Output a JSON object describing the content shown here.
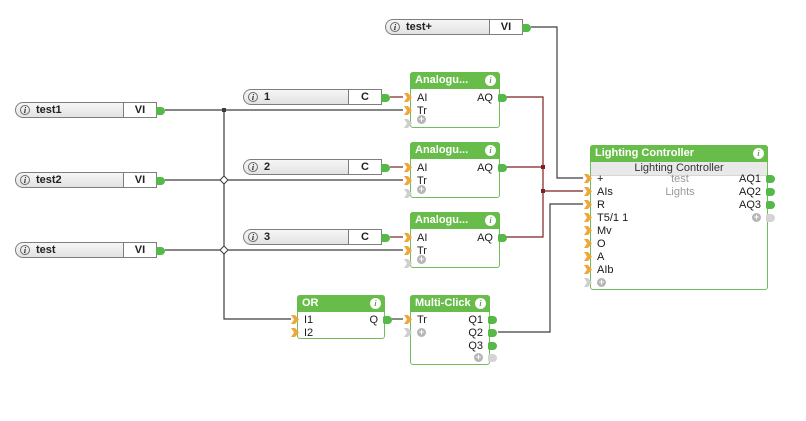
{
  "icons": {
    "info": "i",
    "add": "+"
  },
  "pills": {
    "test_plus": {
      "label": "test+",
      "type": "VI"
    },
    "test1": {
      "label": "test1",
      "type": "VI"
    },
    "test2": {
      "label": "test2",
      "type": "VI"
    },
    "test": {
      "label": "test",
      "type": "VI"
    },
    "c1": {
      "label": "1",
      "type": "C"
    },
    "c2": {
      "label": "2",
      "type": "C"
    },
    "c3": {
      "label": "3",
      "type": "C"
    }
  },
  "blocks": {
    "analogue1": {
      "title": "Analogu...",
      "inputs": [
        "AI",
        "Tr"
      ],
      "output": "AQ"
    },
    "analogue2": {
      "title": "Analogu...",
      "inputs": [
        "AI",
        "Tr"
      ],
      "output": "AQ"
    },
    "analogue3": {
      "title": "Analogu...",
      "inputs": [
        "AI",
        "Tr"
      ],
      "output": "AQ"
    },
    "or_gate": {
      "title": "OR",
      "inputs": [
        "I1",
        "I2"
      ],
      "output": "Q"
    },
    "multi_click": {
      "title": "Multi-Click",
      "inputs": [
        "Tr"
      ],
      "outputs": [
        "Q1",
        "Q2",
        "Q3"
      ]
    },
    "lighting_controller": {
      "title": "Lighting Controller",
      "subtitle": "Lighting Controller",
      "inputs": [
        "+",
        "AIs",
        "R",
        "T5/1 1",
        "Mv",
        "O",
        "A",
        "AIb"
      ],
      "params": [
        "test",
        "Lights"
      ],
      "outputs": [
        "AQ1",
        "AQ2",
        "AQ3"
      ]
    }
  },
  "colors": {
    "block_green": "#68bd4a",
    "connector_green": "#54b948",
    "connector_orange": "#f0a638",
    "wire_digital": "#3d3d3d",
    "wire_analog": "#7d2220"
  }
}
